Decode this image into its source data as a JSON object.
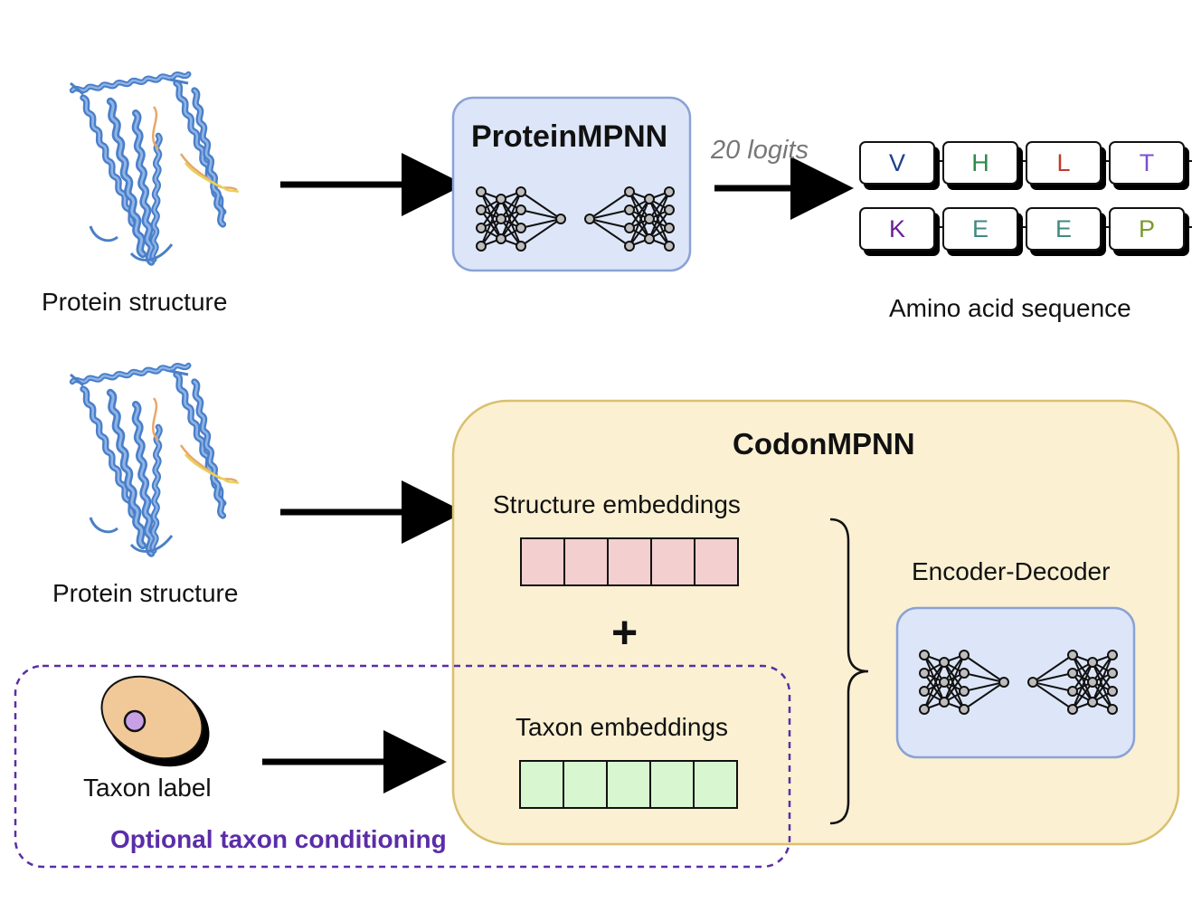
{
  "top": {
    "input_label": "Protein structure",
    "model_title": "ProteinMPNN",
    "logits_label": "20 logits",
    "sequence_label": "Amino acid sequence",
    "tokens": [
      {
        "letter": "V",
        "color": "#1c3f8f"
      },
      {
        "letter": "H",
        "color": "#2f8a4a"
      },
      {
        "letter": "L",
        "color": "#c0392b"
      },
      {
        "letter": "T",
        "color": "#7a4fd0"
      },
      {
        "letter": "K",
        "color": "#6a1f99"
      },
      {
        "letter": "E",
        "color": "#3f8a82"
      },
      {
        "letter": "E",
        "color": "#3f8a82"
      },
      {
        "letter": "P",
        "color": "#7a9a2a"
      }
    ]
  },
  "bottom": {
    "input_label": "Protein structure",
    "model_title": "CodonMPNN",
    "structure_embeddings_label": "Structure embeddings",
    "plus_symbol": "+",
    "taxon_embeddings_label": "Taxon embeddings",
    "encoder_decoder_label": "Encoder-Decoder",
    "taxon_label": "Taxon label",
    "optional_label": "Optional taxon conditioning"
  },
  "colors": {
    "protein_blue": "#4a7fc8",
    "mpnn_box_fill": "#dde6f8",
    "mpnn_box_border": "#8aa2d6",
    "codon_box_fill": "#fbf0d2",
    "codon_box_border": "#d9bf6f",
    "structure_embedding_fill": "#f3cfd0",
    "taxon_embedding_fill": "#d8f7d0",
    "optional_dashed": "#5a2da8",
    "taxon_cell_fill": "#f1c999",
    "taxon_nucleus_fill": "#c8a0e6"
  }
}
